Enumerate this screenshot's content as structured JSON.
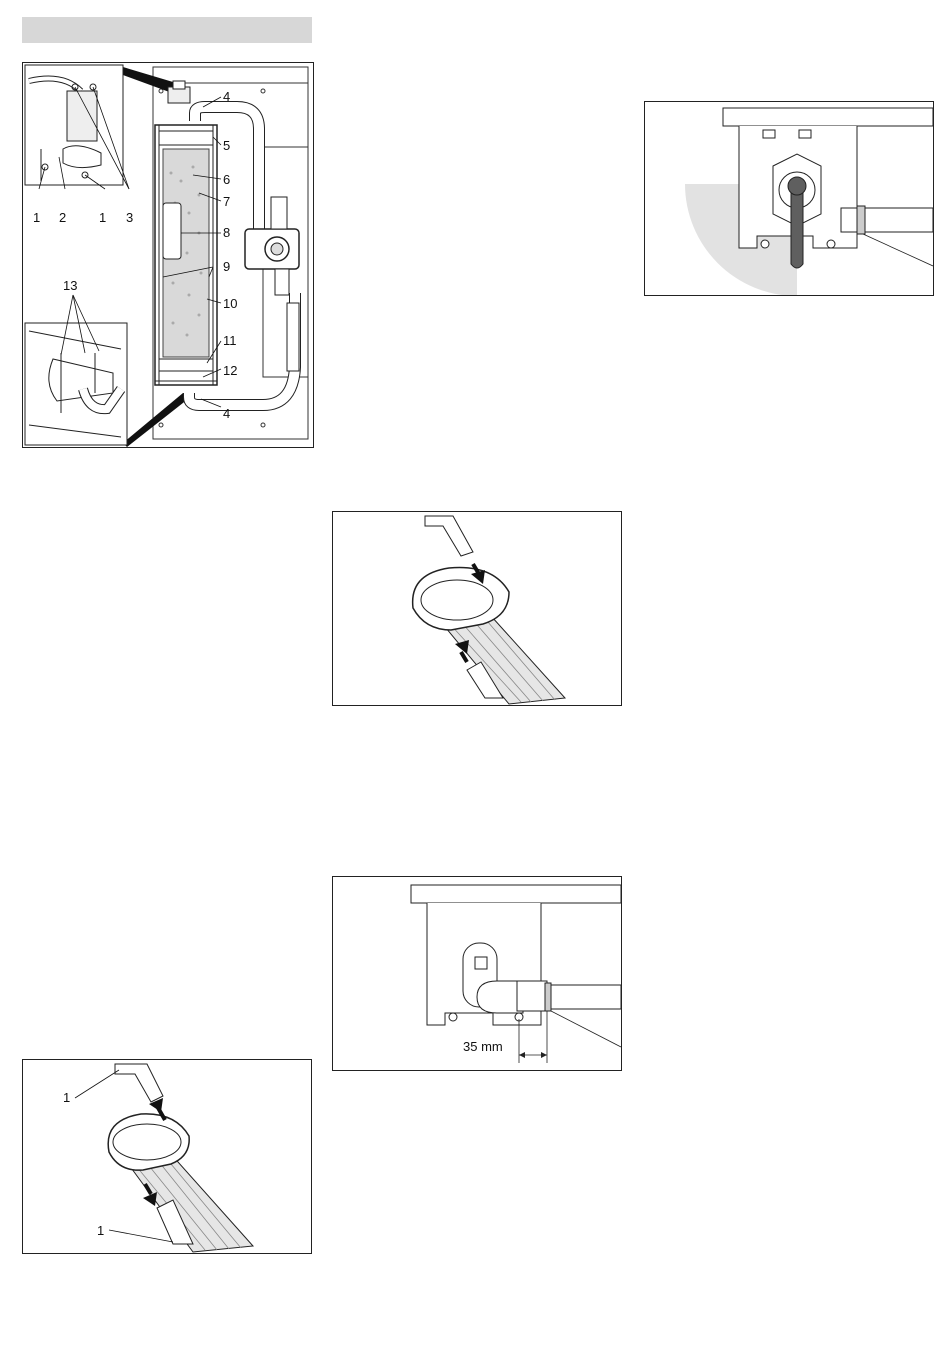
{
  "section_header": "",
  "figure_filter_housing": {
    "callouts": {
      "c4_top": "4",
      "c5": "5",
      "c6": "6",
      "c7": "7",
      "c8": "8",
      "c9": "9",
      "c10": "10",
      "c11": "11",
      "c12": "12",
      "c4_bottom": "4",
      "c13": "13",
      "c1_left": "1",
      "c2": "2",
      "c1_right": "1",
      "c3": "3"
    }
  },
  "figure_bracket_remove": {
    "callouts": {
      "c1_top": "1",
      "c1_bottom": "1"
    }
  },
  "figure_bracket_insert": {
    "callouts": {}
  },
  "figure_hose_dimension": {
    "dimension_label": "35 mm"
  },
  "figure_valve_lever": {
    "callouts": {}
  }
}
